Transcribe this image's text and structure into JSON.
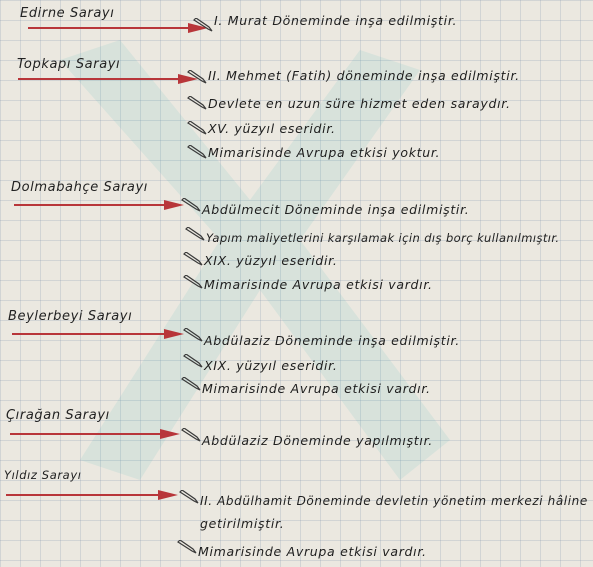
{
  "sections": [
    {
      "title": "Edirne Sarayı",
      "facts": [
        "I. Murat Döneminde inşa edilmiştir."
      ]
    },
    {
      "title": "Topkapı Sarayı",
      "facts": [
        "II. Mehmet (Fatih) döneminde inşa edilmiştir.",
        "Devlete en uzun süre hizmet eden saraydır.",
        "XV. yüzyıl eseridir.",
        "Mimarisinde Avrupa etkisi yoktur."
      ]
    },
    {
      "title": "Dolmabahçe Sarayı",
      "facts": [
        "Abdülmecit Döneminde inşa edilmiştir.",
        "Yapım maliyetlerini karşılamak için dış borç kullanılmıştır.",
        "XIX. yüzyıl eseridir.",
        "Mimarisinde Avrupa etkisi vardır."
      ]
    },
    {
      "title": "Beylerbeyi Sarayı",
      "facts": [
        "Abdülaziz Döneminde inşa edilmiştir.",
        "XIX. yüzyıl eseridir.",
        "Mimarisinde Avrupa etkisi vardır."
      ]
    },
    {
      "title": "Çırağan Sarayı",
      "facts": [
        "Abdülaziz Döneminde yapılmıştır."
      ]
    },
    {
      "title": "Yıldız Sarayı",
      "facts": [
        "II. Abdülhamit Döneminde devletin yönetim merkezi hâline",
        "getirilmiştir.",
        "Mimarisinde Avrupa etkisi vardır."
      ]
    }
  ],
  "colors": {
    "arrow": "#b8363a",
    "pencil": "#3a3a3a",
    "watermark": "#2fb3b0"
  }
}
